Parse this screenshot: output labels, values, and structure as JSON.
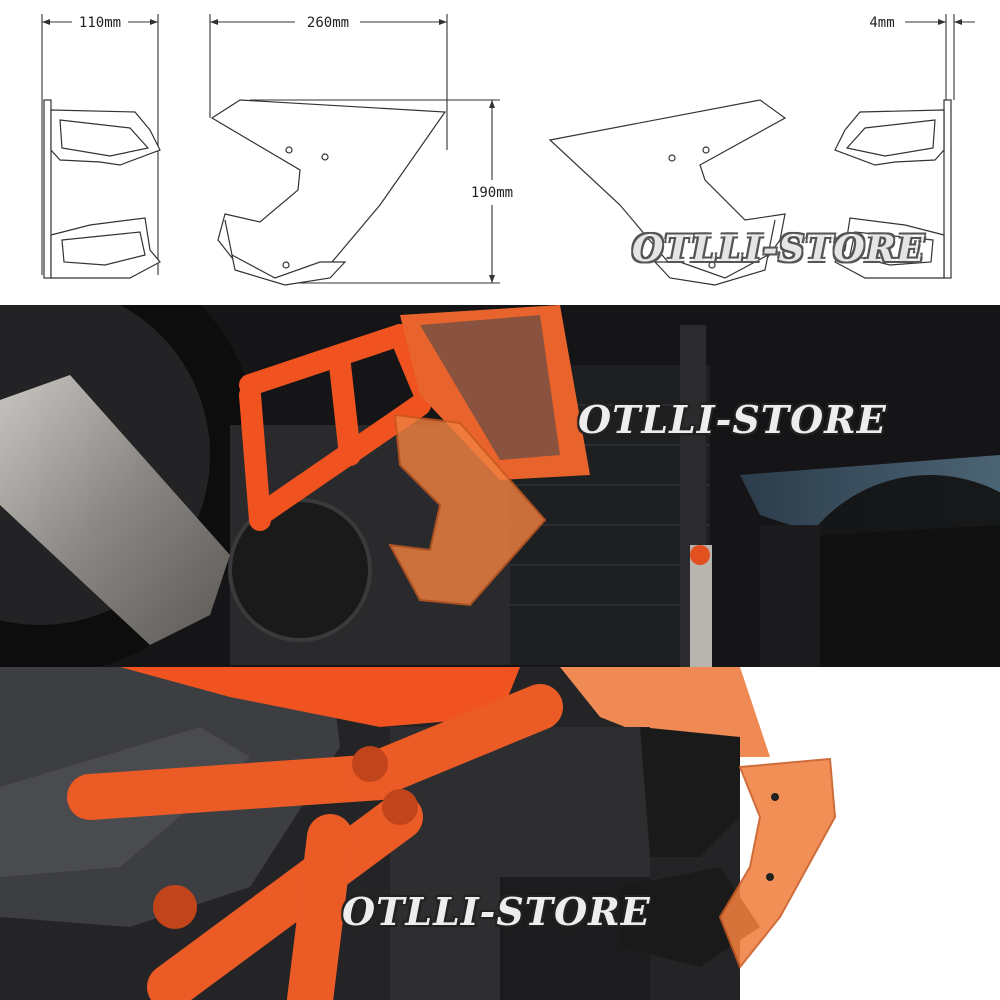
{
  "dimensions": {
    "width": "110mm",
    "length": "260mm",
    "height": "190mm",
    "thickness": "4mm"
  },
  "watermark": "OTLLI-STORE",
  "colors": {
    "frame_orange": "#f0531f",
    "wing_orange": "#f08040",
    "line": "#333333"
  }
}
